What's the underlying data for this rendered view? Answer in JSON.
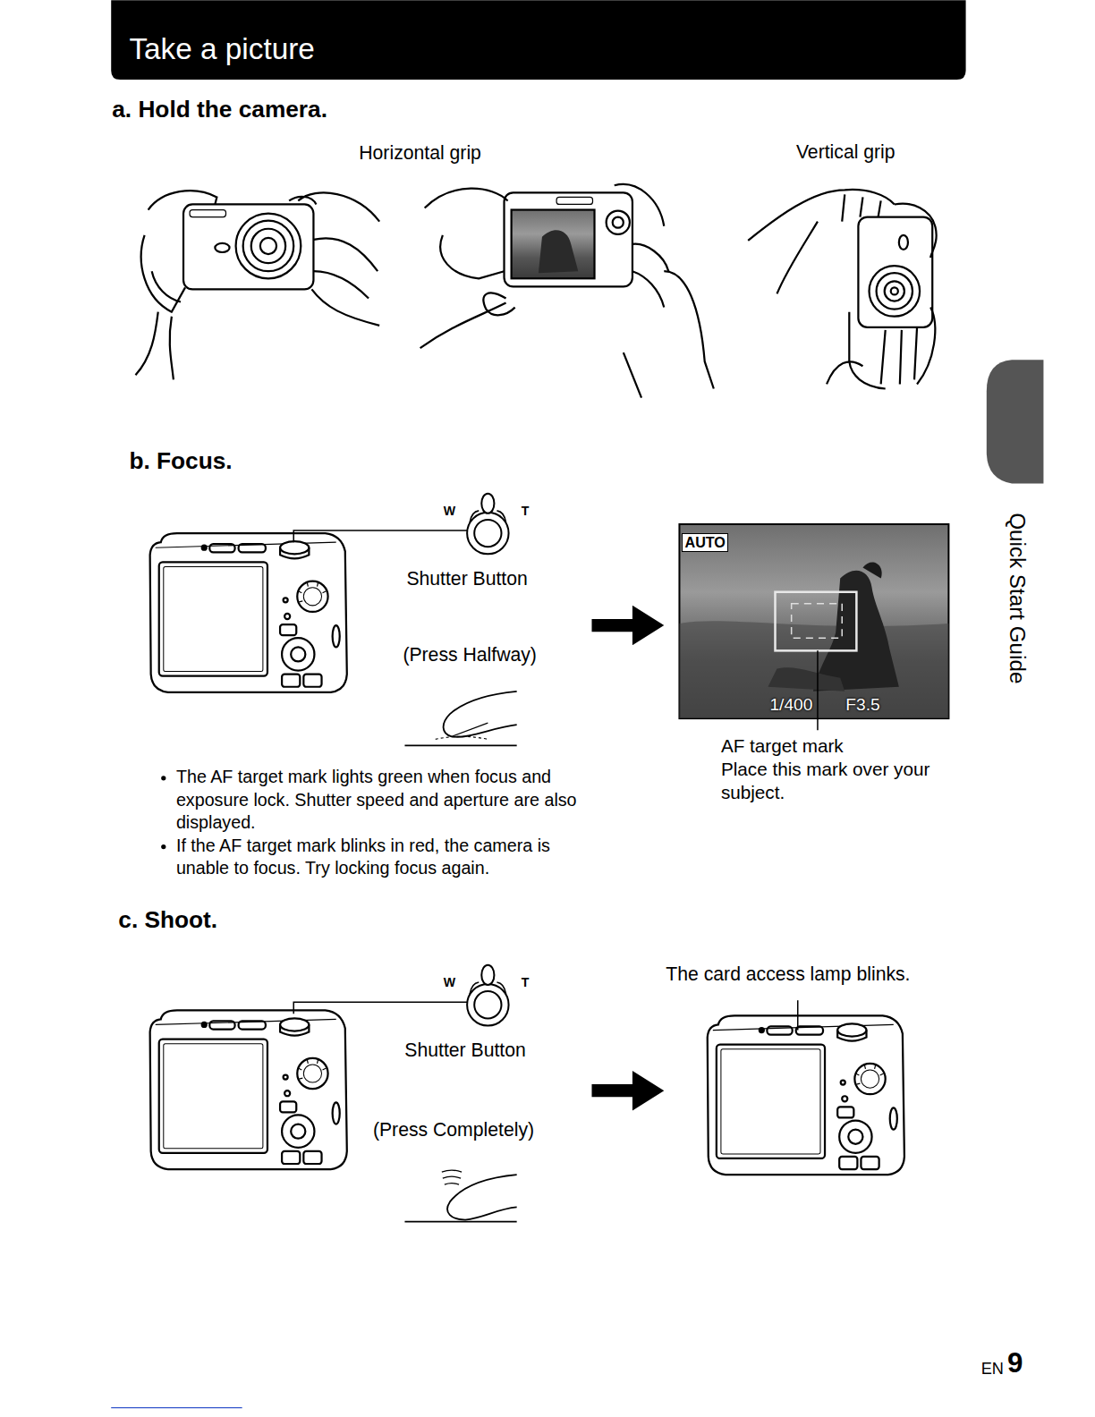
{
  "diagram": {
    "title": "Take a picture",
    "labels": [
      "a. Hold the camera.",
      "Horizontal grip",
      "Vertical grip",
      "b. Focus.",
      "W",
      "T",
      "Shutter Button",
      "(Press Halfway)",
      "AUTO",
      "1/400",
      "F3.5",
      "AF target mark",
      "Place this mark over your subject.",
      "The AF target mark lights green when focus and exposure lock. Shutter speed and aperture are also displayed.",
      "If the AF target mark blinks in red, the camera is unable to focus. Try locking focus again.",
      "c. Shoot.",
      "W",
      "T",
      "Shutter Button",
      "(Press Completely)",
      "The card access lamp blinks.",
      "Quick Start Guide",
      "EN",
      "9"
    ]
  }
}
